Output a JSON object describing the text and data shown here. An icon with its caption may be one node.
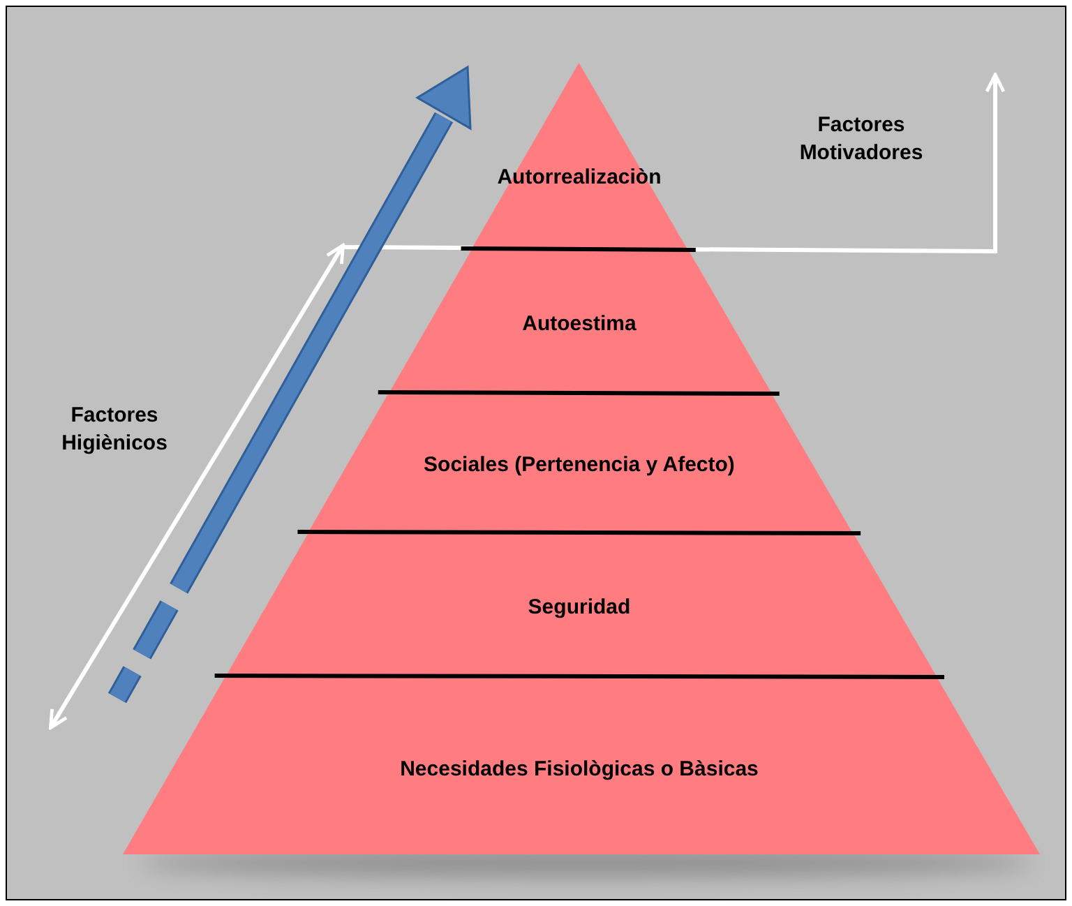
{
  "diagram": {
    "nodes": [
      {
        "text": [
          "Autorrealizaciòn"
        ]
      },
      {
        "text": [
          "Autoestima"
        ]
      },
      {
        "text": [
          "Sociales (Pertenencia y Afecto)"
        ]
      },
      {
        "text": [
          "Seguridad"
        ]
      },
      {
        "text": [
          "Necesidades Fisiològicas o Bàsicas"
        ]
      }
    ],
    "labels": [
      "Factores Motivadores",
      "Factores Higiènicos"
    ]
  }
}
